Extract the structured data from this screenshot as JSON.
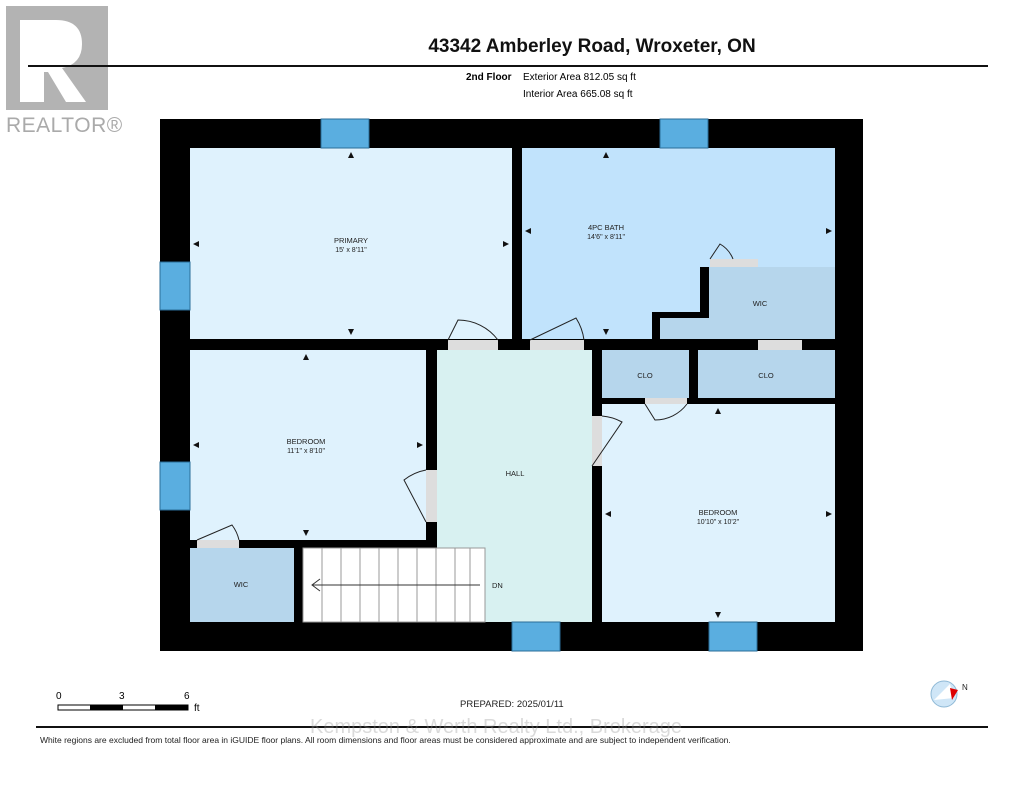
{
  "logo": {
    "text": "REALTOR®"
  },
  "header": {
    "title": "43342 Amberley Road, Wroxeter, ON",
    "floor": "2nd Floor",
    "exterior_area": "Exterior Area 812.05 sq ft",
    "interior_area": "Interior Area 665.08 sq ft"
  },
  "rooms": [
    {
      "name": "PRIMARY",
      "dims": "15' x 8'11\""
    },
    {
      "name": "4PC BATH",
      "dims": "14'6\" x 8'11\""
    },
    {
      "name": "WIC"
    },
    {
      "name": "BEDROOM",
      "dims": "11'1\" x 8'10\""
    },
    {
      "name": "HALL"
    },
    {
      "name": "CLO"
    },
    {
      "name": "CLO"
    },
    {
      "name": "BEDROOM",
      "dims": "10'10\" x 10'2\""
    },
    {
      "name": "WIC"
    }
  ],
  "stairs_label": "DN",
  "scale": {
    "t0": "0",
    "t1": "3",
    "t2": "6",
    "unit": "ft"
  },
  "footer": {
    "prepared": "PREPARED: 2025/01/11",
    "watermark": "Kempston & Werth Realty Ltd., Brokerage",
    "disclaimer": "White regions are excluded from total floor area in iGUIDE floor plans. All room dimensions and floor areas must be considered approximate and are subject to independent verification.",
    "compass_label": "N"
  }
}
